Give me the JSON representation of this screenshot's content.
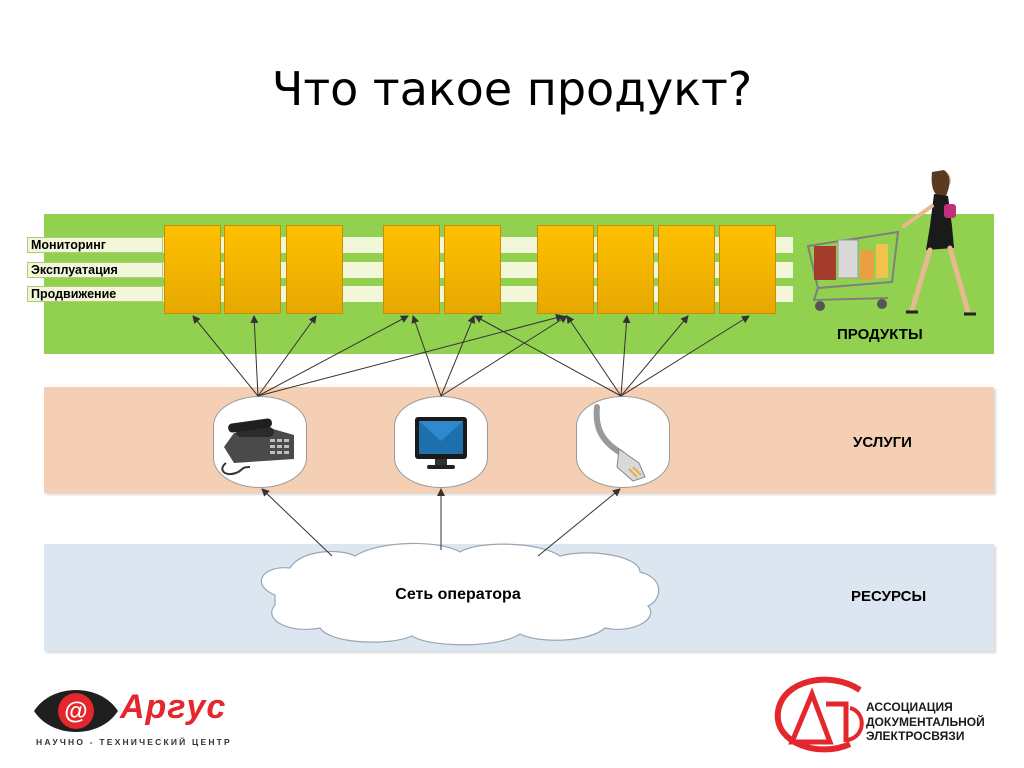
{
  "slide_title": "Что такое продукт?",
  "row_labels": [
    "Мониторинг",
    "Эксплуатация",
    "Продвижение"
  ],
  "layers": {
    "products": "ПРОДУКТЫ",
    "services": "УСЛУГИ",
    "resources": "РЕСУРСЫ"
  },
  "resource_cloud": "Сеть оператора",
  "service_icons": [
    "phone-icon",
    "tv-icon",
    "network-cable-icon"
  ],
  "logos": {
    "argus_name": "Аргус",
    "argus_subtitle": "НАУЧНО - ТЕХНИЧЕСКИЙ ЦЕНТР",
    "ade_line1": "АССОЦИАЦИЯ",
    "ade_line2": "ДОКУМЕНТАЛЬНОЙ",
    "ade_line3": "ЭЛЕКТРОСВЯЗИ"
  },
  "colors": {
    "products_band": "#92d050",
    "services_band": "#f5cfb3",
    "resources_band": "#dce6f1",
    "product_box": "#ffc000",
    "brand_red": "#e4272d"
  }
}
